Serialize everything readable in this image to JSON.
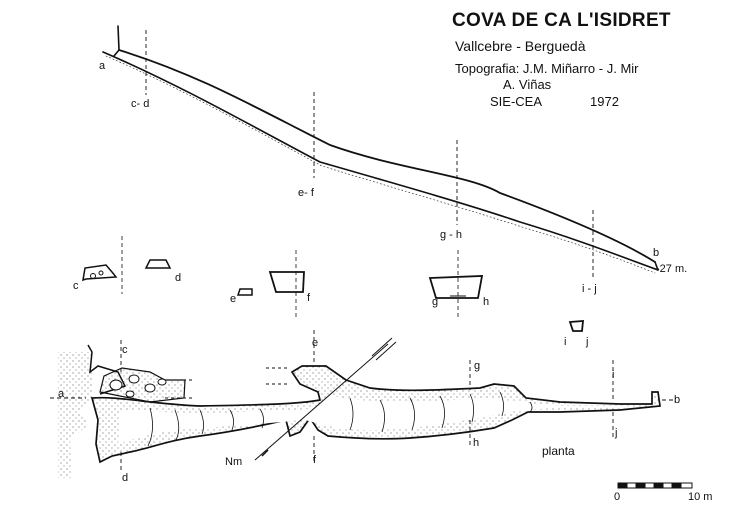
{
  "header": {
    "title": "COVA DE CA L'ISIDRET",
    "location": "Vallcebre - Berguedà",
    "survey_line1": "Topografia: J.M. Miñarro - J. Mir",
    "survey_line2": "A. Viñas",
    "organization": "SIE-CEA",
    "year": "1972"
  },
  "profile": {
    "start_label": "a",
    "end_label": "b",
    "depth_label": "-27 m.",
    "section_marks": [
      "c- d",
      "e- f",
      "g - h",
      "i - j"
    ]
  },
  "cross_sections": [
    {
      "left": "c",
      "right": "d"
    },
    {
      "left": "e",
      "right": "f"
    },
    {
      "left": "g",
      "right": "h"
    },
    {
      "left": "i",
      "right": "j"
    }
  ],
  "plan": {
    "label": "planta",
    "north_label": "Nm",
    "entrance_label": "a",
    "end_label": "b",
    "cut_labels": {
      "c": "c",
      "d": "d",
      "e": "e",
      "f": "f",
      "g": "g",
      "h": "h",
      "i": "i",
      "j": "j"
    }
  },
  "scale_bar": {
    "start": "0",
    "end": "10 m"
  },
  "colors": {
    "ink": "#111111",
    "paper": "#ffffff"
  }
}
